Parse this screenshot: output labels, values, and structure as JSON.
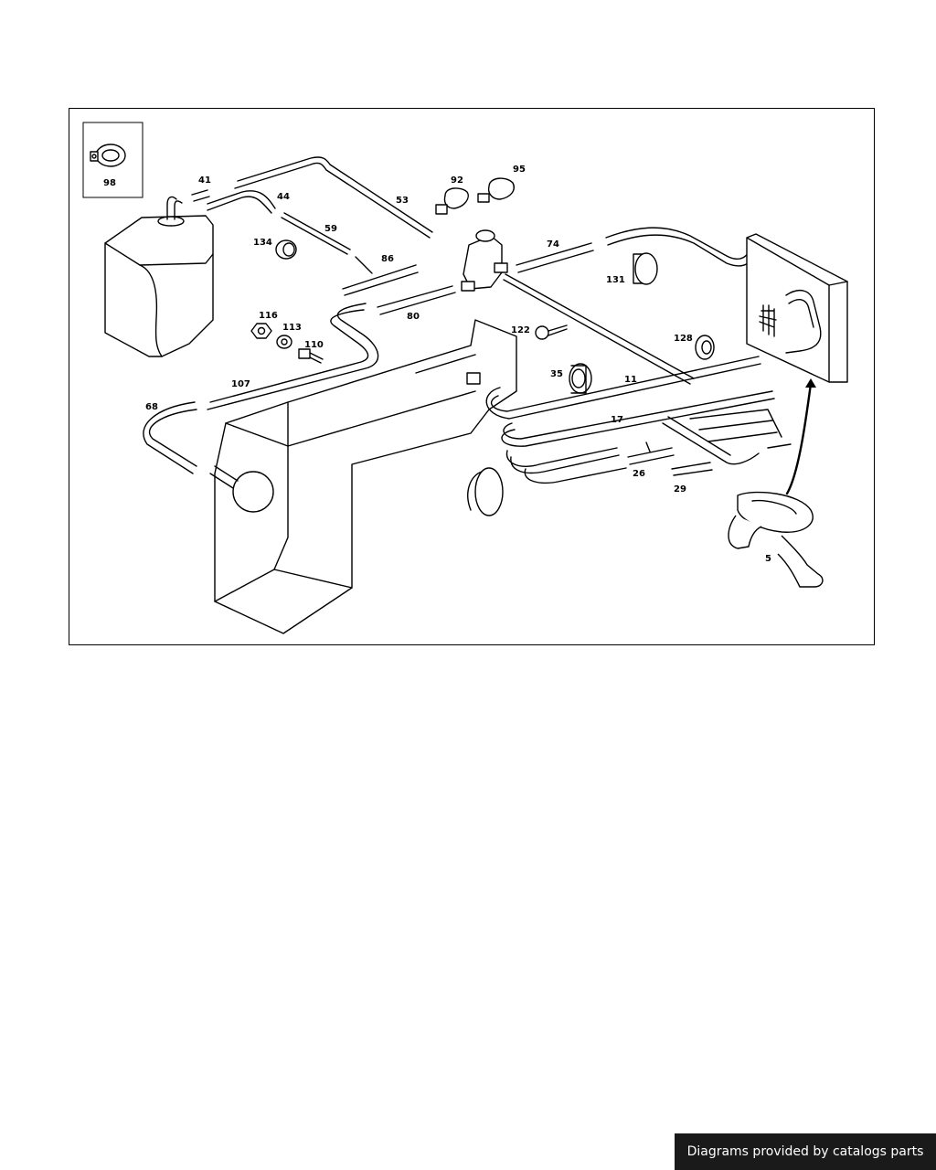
{
  "diagram": {
    "part_labels": [
      "98",
      "41",
      "44",
      "53",
      "92",
      "95",
      "59",
      "134",
      "86",
      "74",
      "131",
      "116",
      "113",
      "110",
      "80",
      "122",
      "128",
      "107",
      "68",
      "35",
      "11",
      "17",
      "26",
      "29",
      "5"
    ]
  },
  "footer": {
    "credit": "Diagrams provided by catalogs parts"
  },
  "colors": {
    "ink": "#000000",
    "paper": "#ffffff",
    "banner": "#1a1a1a"
  }
}
